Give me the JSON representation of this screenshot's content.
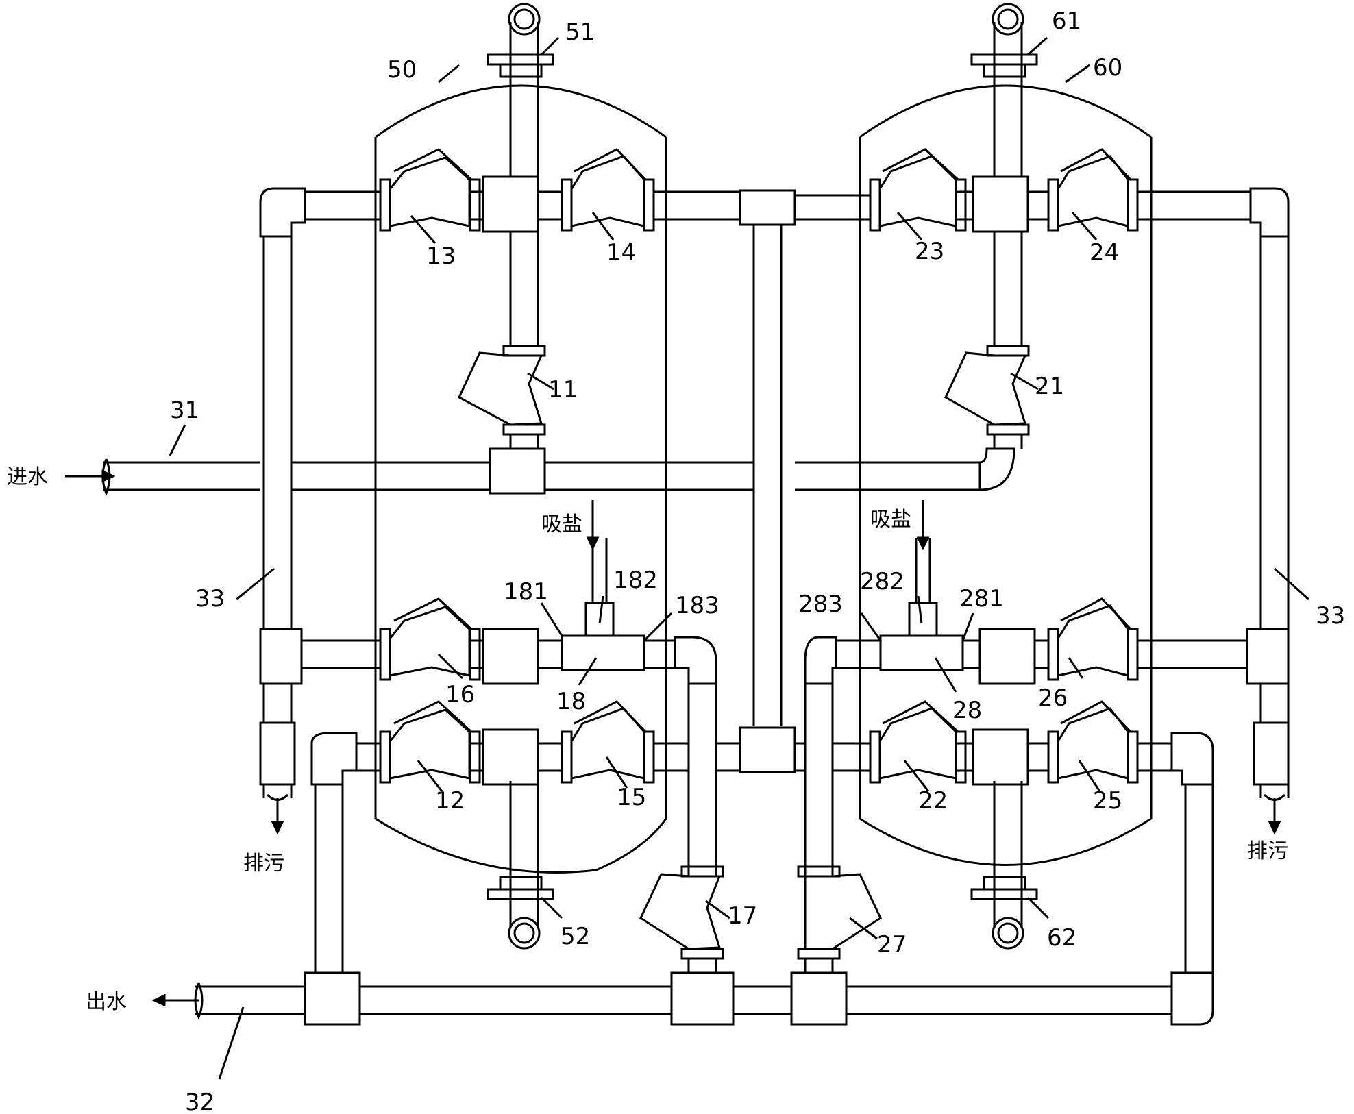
{
  "labels": {
    "l50": "50",
    "l51": "51",
    "l60": "60",
    "l61": "61",
    "l13": "13",
    "l14": "14",
    "l23": "23",
    "l24": "24",
    "l11": "11",
    "l21": "21",
    "l31": "31",
    "l33a": "33",
    "l33b": "33",
    "l181": "181",
    "l182": "182",
    "l183": "183",
    "l281": "281",
    "l282": "282",
    "l283": "283",
    "l16": "16",
    "l18": "18",
    "l28": "28",
    "l26": "26",
    "l12": "12",
    "l15": "15",
    "l22": "22",
    "l25": "25",
    "l17": "17",
    "l27": "27",
    "l52": "52",
    "l62": "62",
    "l32": "32"
  },
  "terms": {
    "inlet": "进水",
    "salt_left": "吸盐",
    "salt_right": "吸盐",
    "drain_left": "排污",
    "drain_right": "排污",
    "outlet": "出水"
  }
}
